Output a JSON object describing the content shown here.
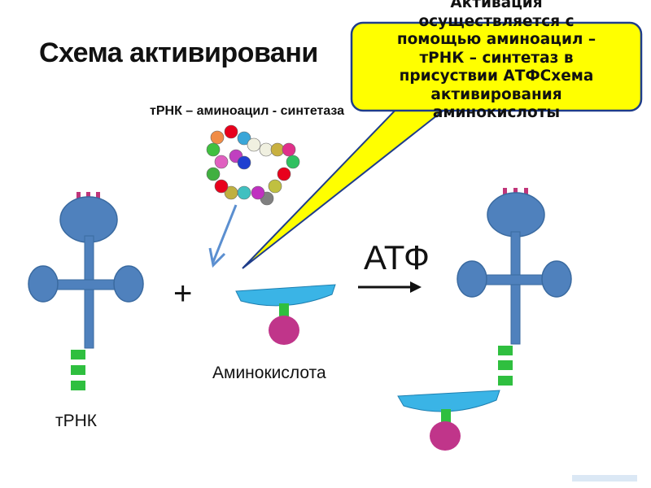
{
  "title": "Схема активировани",
  "enzyme_label": "тРНК – аминоацил - синтетаза",
  "callout": {
    "lines": [
      "Активация",
      "осуществляется с",
      "помощью аминоацил –",
      "тРНК – синтетаз в",
      "присуствии АТФСхема",
      "активирования",
      "аминокислоты"
    ],
    "fill": "#ffff00",
    "border": "#1f3d8a"
  },
  "reagent": "АТФ",
  "plus_sign": "+",
  "amino_acid_label": "Аминокислота",
  "trna_label": "тРНК",
  "colors": {
    "trna_body": "#4f81bd",
    "trna_cap": "#c0357a",
    "trna_tail": "#2fbf3f",
    "amino_cup": "#3ab4e6",
    "amino_stem": "#2fbf3f",
    "amino_head": "#c0358a"
  },
  "enzyme_bead_colors": [
    "#f08c46",
    "#e8001c",
    "#3aa6d8",
    "#f0f0e0",
    "#40c040",
    "#c040c0",
    "#f0f0e0",
    "#c8b040",
    "#e0308a",
    "#30c060",
    "#e060c0",
    "#2040d0",
    "#e8001c",
    "#c0c040",
    "#808080",
    "#c030c0",
    "#40c0c0",
    "#c0b040",
    "#e8001c",
    "#40b040"
  ]
}
